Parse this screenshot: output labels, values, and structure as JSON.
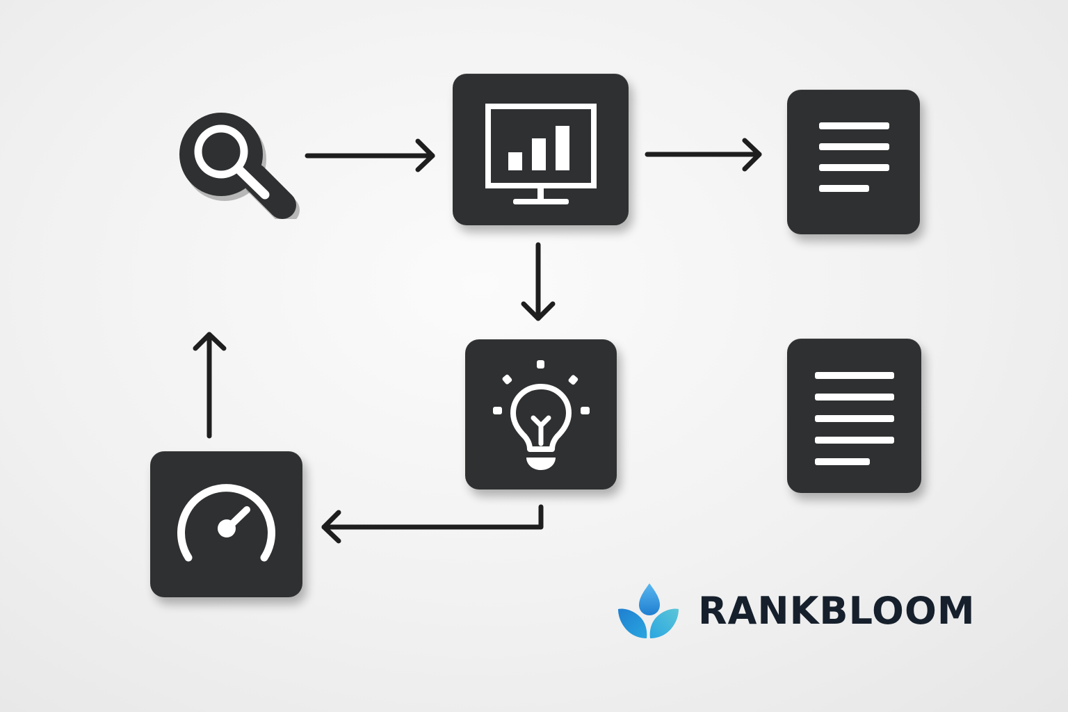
{
  "brand": {
    "name": "RANKBLOOM",
    "text_color": "#16202c",
    "logo_colors": [
      "#1f7fd0",
      "#2aa6e0",
      "#5cc6d8"
    ]
  },
  "diagram": {
    "tile_color": "#2f3031",
    "icon_color": "#ffffff",
    "arrow_color": "#1e1e1e",
    "nodes": [
      {
        "id": "search",
        "icon": "magnifying-glass-icon"
      },
      {
        "id": "analytics",
        "icon": "monitor-bar-chart-icon"
      },
      {
        "id": "document-top",
        "icon": "text-lines-icon"
      },
      {
        "id": "idea",
        "icon": "lightbulb-icon"
      },
      {
        "id": "document-bottom",
        "icon": "text-lines-icon"
      },
      {
        "id": "speed",
        "icon": "speedometer-icon"
      }
    ],
    "connections": [
      {
        "from": "search",
        "to": "analytics"
      },
      {
        "from": "analytics",
        "to": "document-top"
      },
      {
        "from": "analytics",
        "to": "idea"
      },
      {
        "from": "idea",
        "to": "speed"
      },
      {
        "from": "speed",
        "to": "search"
      }
    ]
  }
}
